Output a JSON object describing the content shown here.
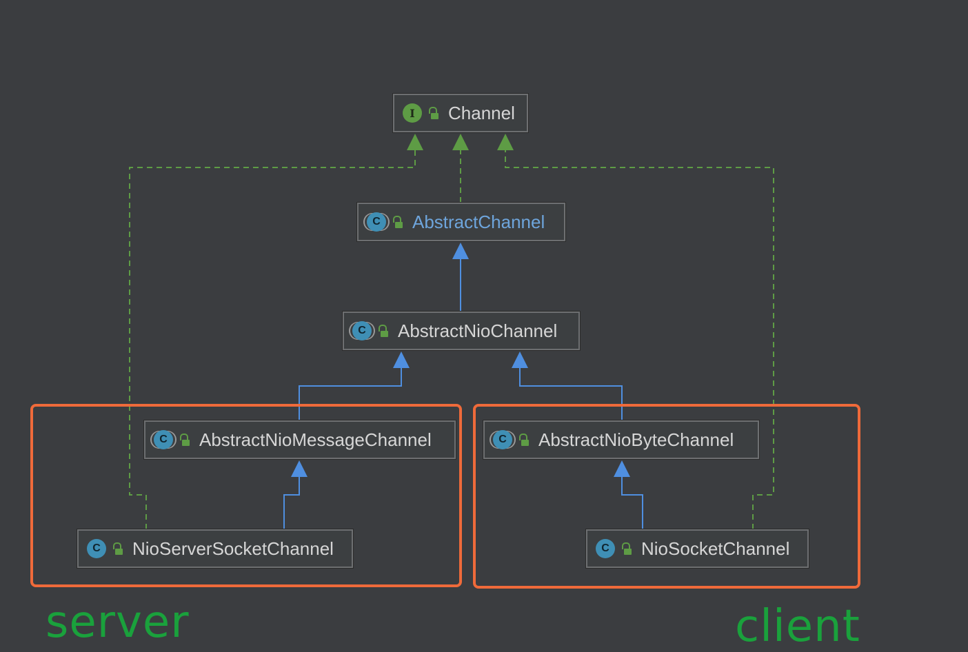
{
  "diagram": {
    "nodes": [
      {
        "id": "channel",
        "kind": "interface",
        "badge": "I",
        "icon": "interface-icon",
        "access_icon": "public-lock-icon",
        "label": "Channel"
      },
      {
        "id": "abstract-channel",
        "kind": "abstract-class",
        "badge": "C",
        "icon": "abstract-class-icon",
        "access_icon": "public-lock-icon",
        "label": "AbstractChannel"
      },
      {
        "id": "abstract-nio-channel",
        "kind": "abstract-class",
        "badge": "C",
        "icon": "abstract-class-icon",
        "access_icon": "public-lock-icon",
        "label": "AbstractNioChannel"
      },
      {
        "id": "abstract-nio-message-channel",
        "kind": "abstract-class",
        "badge": "C",
        "icon": "abstract-class-icon",
        "access_icon": "public-lock-icon",
        "label": "AbstractNioMessageChannel"
      },
      {
        "id": "abstract-nio-byte-channel",
        "kind": "abstract-class",
        "badge": "C",
        "icon": "abstract-class-icon",
        "access_icon": "public-lock-icon",
        "label": "AbstractNioByteChannel"
      },
      {
        "id": "nio-server-socket-channel",
        "kind": "class",
        "badge": "C",
        "icon": "class-icon",
        "access_icon": "public-lock-icon",
        "label": "NioServerSocketChannel"
      },
      {
        "id": "nio-socket-channel",
        "kind": "class",
        "badge": "C",
        "icon": "class-icon",
        "access_icon": "public-lock-icon",
        "label": "NioSocketChannel"
      }
    ],
    "edges": [
      {
        "from": "abstract-channel",
        "to": "channel",
        "type": "implements"
      },
      {
        "from": "nio-server-socket-channel",
        "to": "channel",
        "type": "implements"
      },
      {
        "from": "nio-socket-channel",
        "to": "channel",
        "type": "implements"
      },
      {
        "from": "abstract-nio-channel",
        "to": "abstract-channel",
        "type": "extends"
      },
      {
        "from": "abstract-nio-message-channel",
        "to": "abstract-nio-channel",
        "type": "extends"
      },
      {
        "from": "abstract-nio-byte-channel",
        "to": "abstract-nio-channel",
        "type": "extends"
      },
      {
        "from": "nio-server-socket-channel",
        "to": "abstract-nio-message-channel",
        "type": "extends"
      },
      {
        "from": "nio-socket-channel",
        "to": "abstract-nio-byte-channel",
        "type": "extends"
      }
    ],
    "groups": [
      {
        "id": "server",
        "label": "server"
      },
      {
        "id": "client",
        "label": "client"
      }
    ],
    "colors": {
      "background": "#3b3d40",
      "implements_edge": "#5e9c45",
      "extends_edge": "#4f8fe0",
      "group_border": "#ef6a3a",
      "group_label": "#1aa13c",
      "accent_label": "#6ea5dc"
    }
  }
}
